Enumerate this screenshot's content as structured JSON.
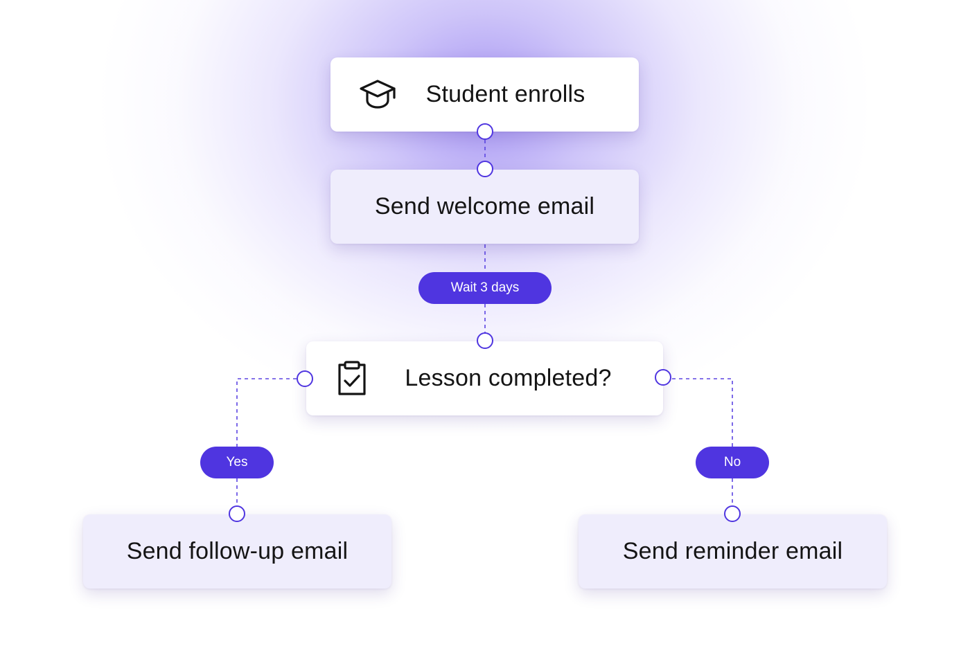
{
  "diagram": {
    "nodes": {
      "trigger": {
        "label": "Student enrolls",
        "icon": "graduation-cap-icon"
      },
      "welcome": {
        "label": "Send welcome email"
      },
      "condition": {
        "label": "Lesson completed?",
        "icon": "clipboard-check-icon"
      },
      "followup": {
        "label": "Send follow-up email"
      },
      "reminder": {
        "label": "Send reminder email"
      }
    },
    "pills": {
      "wait": "Wait 3 days",
      "yes": "Yes",
      "no": "No"
    },
    "colors": {
      "accent": "#4f35e0",
      "node_tint": "#efedfc",
      "node_white": "#ffffff",
      "glow": "#9a88ee",
      "text": "#141414"
    }
  }
}
